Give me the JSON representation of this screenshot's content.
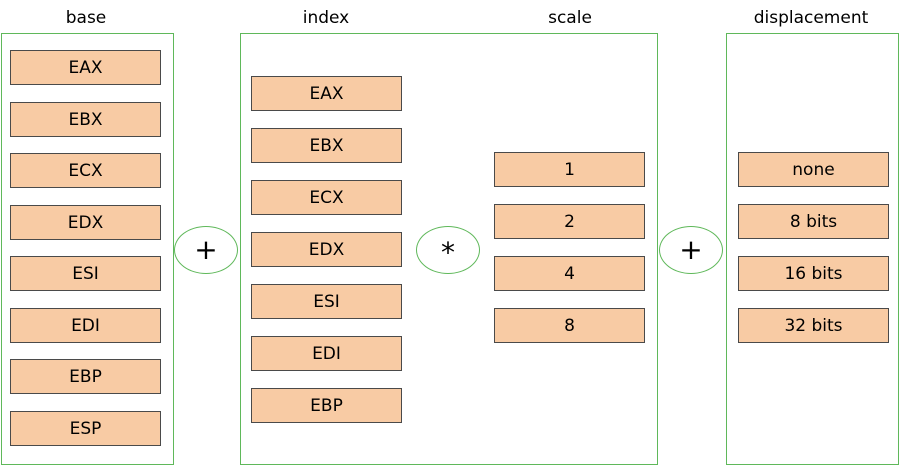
{
  "headings": {
    "base": "base",
    "index": "index",
    "scale": "scale",
    "displacement": "displacement"
  },
  "base_registers": [
    "EAX",
    "EBX",
    "ECX",
    "EDX",
    "ESI",
    "EDI",
    "EBP",
    "ESP"
  ],
  "index_registers": [
    "EAX",
    "EBX",
    "ECX",
    "EDX",
    "ESI",
    "EDI",
    "EBP"
  ],
  "scale_values": [
    "1",
    "2",
    "4",
    "8"
  ],
  "displacement_values": [
    "none",
    "8 bits",
    "16 bits",
    "32 bits"
  ],
  "operators": {
    "base_plus_index": "+",
    "index_times_scale": "*",
    "plus_displacement": "+"
  },
  "colors": {
    "group_border": "#5fb85a",
    "box_fill": "#f8cba4",
    "box_border": "#4a4a4a"
  }
}
